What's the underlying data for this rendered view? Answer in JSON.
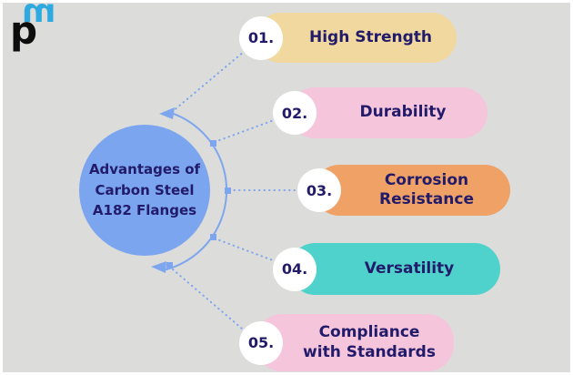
{
  "logo": {
    "p_letter": "p",
    "m_letter": "m",
    "p_color": "#0d0d0d",
    "m_color": "#2faae0"
  },
  "center": {
    "line1": "Advantages of",
    "line2": "Carbon Steel",
    "line3": "A182 Flanges",
    "fill": "#7ca5ef",
    "text_color": "#221b6a"
  },
  "items": [
    {
      "number": "01.",
      "label": "High Strength",
      "color": "#f0d89e"
    },
    {
      "number": "02.",
      "label": "Durability",
      "color": "#f5c5dc"
    },
    {
      "number": "03.",
      "label": "Corrosion Resistance",
      "color": "#efa166"
    },
    {
      "number": "04.",
      "label": "Versatility",
      "color": "#4fd2cc"
    },
    {
      "number": "05.",
      "label": "Compliance with Standards",
      "color": "#f5c5dc"
    }
  ],
  "colors": {
    "background": "#dcdcda",
    "frame": "#ffffff",
    "connector": "#7ea6ee",
    "text": "#221b6a",
    "badge_bg": "#ffffff"
  }
}
